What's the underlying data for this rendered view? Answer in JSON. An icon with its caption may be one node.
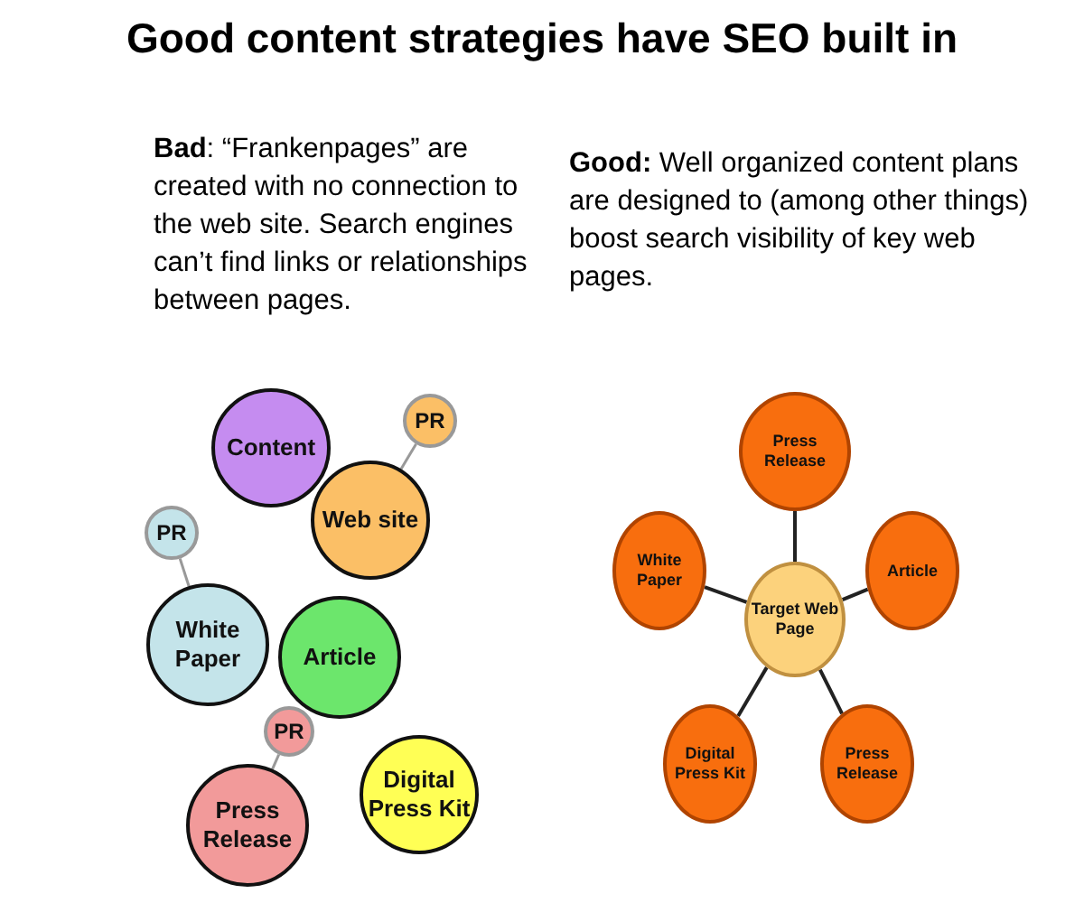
{
  "diagram": {
    "title": "Good content strategies have SEO built in",
    "nodes": [
      {
        "text": [
          "Content"
        ]
      },
      {
        "text": [
          "PR"
        ]
      },
      {
        "text": [
          "Web site"
        ]
      },
      {
        "text": [
          "PR"
        ]
      },
      {
        "text": [
          "White Paper"
        ]
      },
      {
        "text": [
          "Article"
        ]
      },
      {
        "text": [
          "PR"
        ]
      },
      {
        "text": [
          "Press Release"
        ]
      },
      {
        "text": [
          "Digital Press Kit"
        ]
      },
      {
        "text": [
          "Press Release"
        ]
      },
      {
        "text": [
          "White Paper"
        ]
      },
      {
        "text": [
          "Target Web Page"
        ]
      },
      {
        "text": [
          "Article"
        ]
      },
      {
        "text": [
          "Digital Press Kit"
        ]
      },
      {
        "text": [
          "Press Release"
        ]
      }
    ],
    "edges": [
      {
        "from": 2,
        "to": 1,
        "arrow": "none",
        "color": "#999999"
      },
      {
        "from": 4,
        "to": 3,
        "arrow": "none",
        "color": "#999999"
      },
      {
        "from": 7,
        "to": 6,
        "arrow": "none",
        "color": "#999999"
      },
      {
        "from": 11,
        "to": 9,
        "arrow": "none"
      },
      {
        "from": 11,
        "to": 10,
        "arrow": "none"
      },
      {
        "from": 11,
        "to": 12,
        "arrow": "none"
      },
      {
        "from": 11,
        "to": 13,
        "arrow": "none"
      },
      {
        "from": 11,
        "to": 14,
        "arrow": "none"
      }
    ],
    "labels": [
      "**Bad**: “Frankenpages” are created with no connection to the web site. Search engines can’t find links or relationships between pages.",
      "**Good:** Well organized content plans are designed to (among other things) boost search visibility of key web pages."
    ]
  }
}
